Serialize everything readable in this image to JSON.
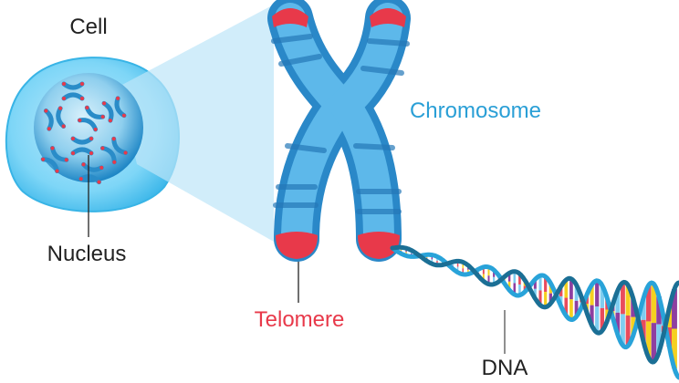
{
  "labels": {
    "cell": "Cell",
    "nucleus": "Nucleus",
    "chromosome": "Chromosome",
    "telomere": "Telomere",
    "dna": "DNA"
  },
  "colors": {
    "cell": "#5cc8f0",
    "nucleus": "#1e8fcc",
    "chromosome": "#3a9fd8",
    "telomere": "#e8394a",
    "chromosome_label": "#2a9fd6",
    "telomere_label": "#e8394a",
    "dna_backbone": "#29a3d9",
    "base_colors": [
      "#e94b5c",
      "#f5d020",
      "#8e3fa0",
      "#7fcdf0"
    ]
  }
}
